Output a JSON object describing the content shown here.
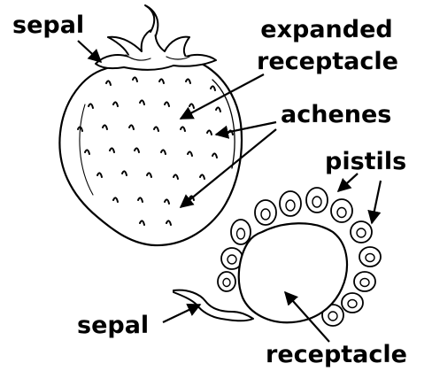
{
  "labels": {
    "sepal_top": "sepal",
    "expanded": "expanded",
    "receptacle_top": "receptacle",
    "achenes": "achenes",
    "pistils": "pistils",
    "sepal_bottom": "sepal",
    "receptacle_bottom": "receptacle"
  },
  "colors": {
    "ink": "#000000",
    "background": "#ffffff"
  }
}
